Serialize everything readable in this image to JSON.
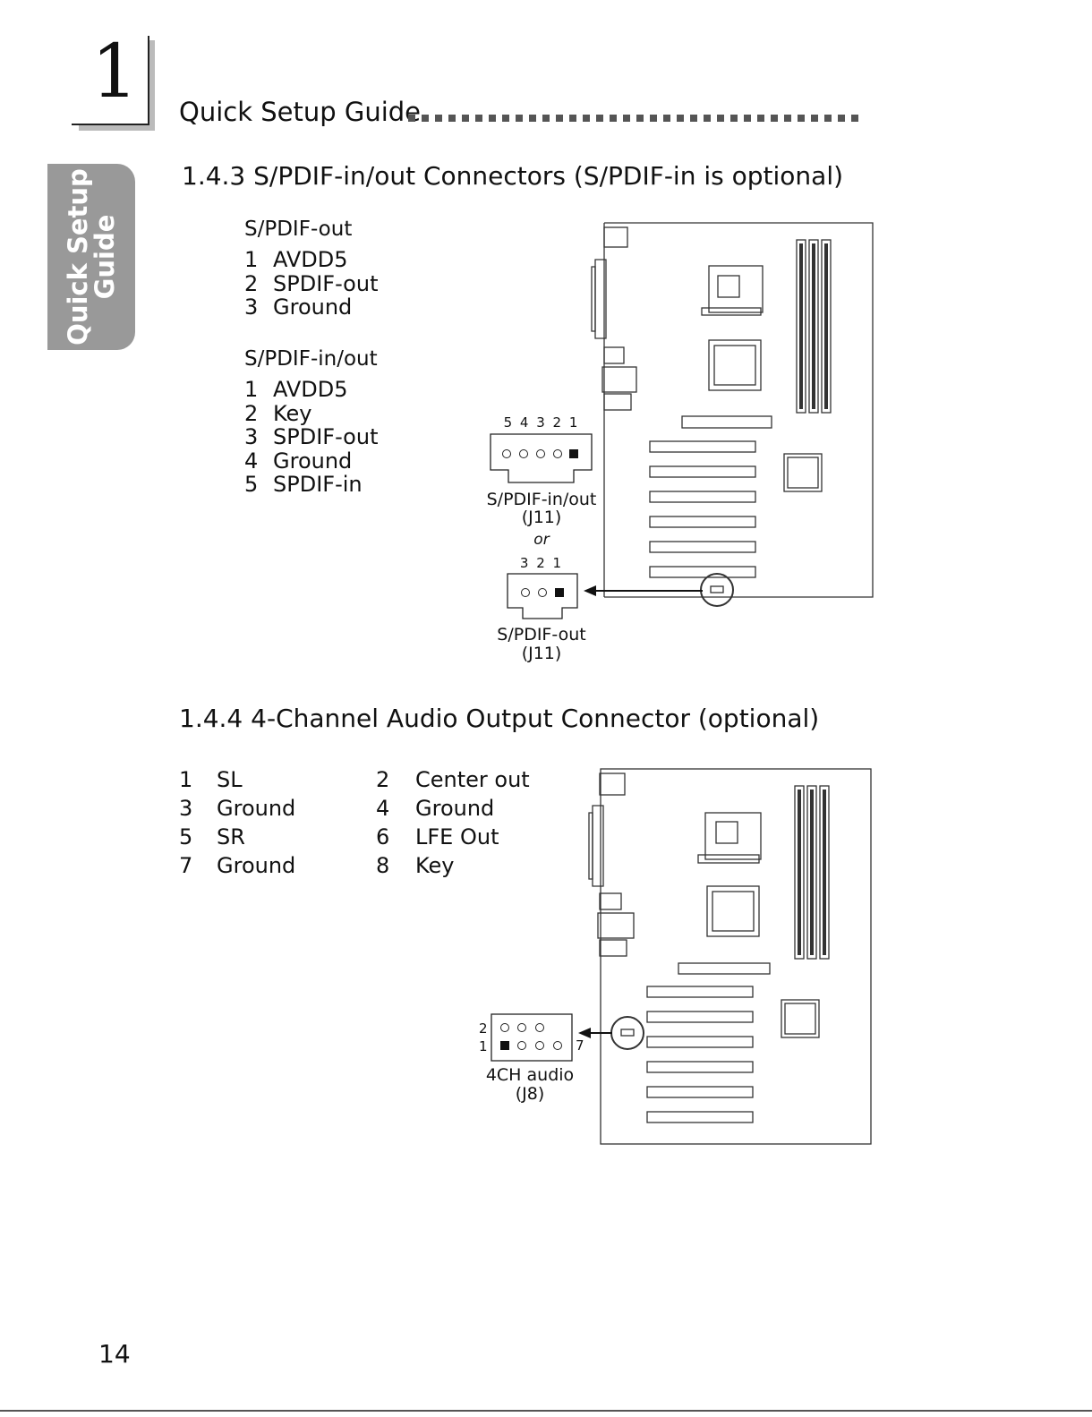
{
  "header": {
    "chapter_number": "1",
    "title": "Quick Setup Guide",
    "side_tab": [
      "Quick Setup",
      "Guide"
    ]
  },
  "sections": [
    {
      "title": "1.4.3  S/PDIF-in/out Connectors (S/PDIF-in is optional)",
      "spdif_out": {
        "heading": "S/PDIF-out",
        "pins": [
          {
            "n": "1",
            "name": "AVDD5"
          },
          {
            "n": "2",
            "name": "SPDIF-out"
          },
          {
            "n": "3",
            "name": "Ground"
          }
        ]
      },
      "spdif_inout": {
        "heading": "S/PDIF-in/out",
        "pins": [
          {
            "n": "1",
            "name": "AVDD5"
          },
          {
            "n": "2",
            "name": "Key"
          },
          {
            "n": "3",
            "name": "SPDIF-out"
          },
          {
            "n": "4",
            "name": "Ground"
          },
          {
            "n": "5",
            "name": "SPDIF-in"
          }
        ]
      },
      "diagram": {
        "header_pin_numbers_5": "5 4 3 2 1",
        "label_inout": "S/PDIF-in/out",
        "label_inout_id": "(J11)",
        "or_text": "or",
        "header_pin_numbers_3": "3 2 1",
        "label_out": "S/PDIF-out",
        "label_out_id": "(J11)"
      }
    },
    {
      "title": "1.4.4  4-Channel Audio Output Connector (optional)",
      "pins": [
        {
          "n": "1",
          "name": "SL"
        },
        {
          "n": "2",
          "name": "Center out"
        },
        {
          "n": "3",
          "name": "Ground"
        },
        {
          "n": "4",
          "name": "Ground"
        },
        {
          "n": "5",
          "name": "SR"
        },
        {
          "n": "6",
          "name": "LFE Out"
        },
        {
          "n": "7",
          "name": "Ground"
        },
        {
          "n": "8",
          "name": "Key"
        }
      ],
      "diagram": {
        "pin_label_top": "2",
        "pin_label_bottom": "1",
        "pin_label_right": "7",
        "label": "4CH audio",
        "label_id": "(J8)"
      }
    }
  ],
  "footer": {
    "page_number": "14"
  }
}
